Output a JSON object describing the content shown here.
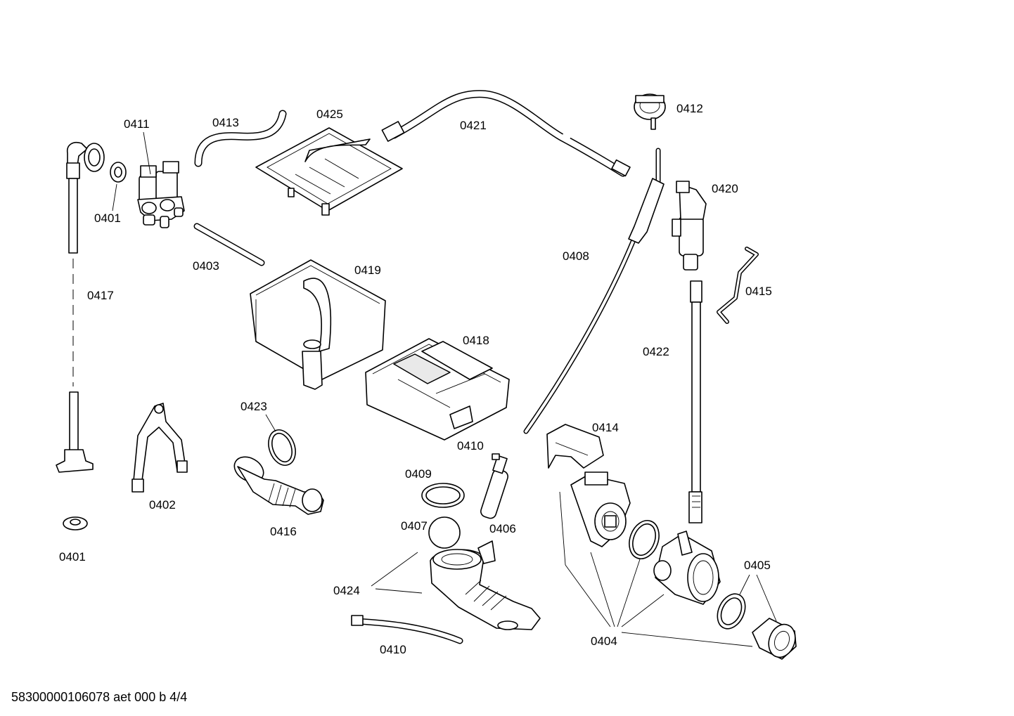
{
  "labels": {
    "l0411": "0411",
    "l0413": "0413",
    "l0425": "0425",
    "l0421": "0421",
    "l0412": "0412",
    "l0401a": "0401",
    "l0401b": "0401",
    "l0417": "0417",
    "l0403": "0403",
    "l0419": "0419",
    "l0408": "0408",
    "l0420": "0420",
    "l0415": "0415",
    "l0422": "0422",
    "l0418": "0418",
    "l0414": "0414",
    "l0423": "0423",
    "l0410a": "0410",
    "l0410b": "0410",
    "l0409": "0409",
    "l0402": "0402",
    "l0416": "0416",
    "l0407": "0407",
    "l0406": "0406",
    "l0424": "0424",
    "l0405": "0405",
    "l0404": "0404"
  },
  "footer": "58300000106078 aet 000 b 4/4"
}
